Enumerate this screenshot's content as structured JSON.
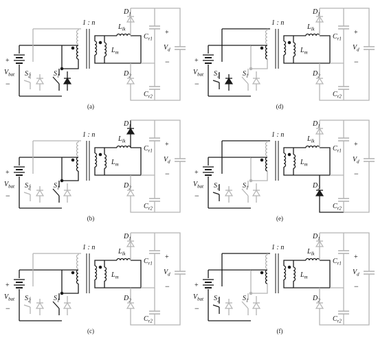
{
  "figure": {
    "panels": [
      {
        "id": "a",
        "caption": "(a)",
        "highlight": {
          "pri_top": true,
          "pri_bottom": true,
          "s2": false,
          "s1": true,
          "s1_diode": true,
          "s2_diode": false,
          "sec": true,
          "d1": false,
          "d2": false,
          "cr1": false,
          "cr2": false,
          "vd": false
        }
      },
      {
        "id": "b",
        "caption": "(b)",
        "highlight": {
          "pri_top": true,
          "pri_bottom": true,
          "s2": false,
          "s1": true,
          "s1_diode": false,
          "s2_diode": false,
          "sec": true,
          "d1": true,
          "d2": false,
          "cr1": false,
          "cr2": false,
          "vd": false
        }
      },
      {
        "id": "c",
        "caption": "(c)",
        "highlight": {
          "pri_top": true,
          "pri_bottom": true,
          "s2": false,
          "s1": true,
          "s1_diode": false,
          "s2_diode": false,
          "sec": true,
          "d1": false,
          "d2": false,
          "cr1": false,
          "cr2": false,
          "vd": false
        }
      },
      {
        "id": "d",
        "caption": "(d)",
        "highlight": {
          "pri_top": true,
          "pri_bottom": true,
          "s2": true,
          "s1": false,
          "s1_diode": false,
          "s2_diode": true,
          "sec": true,
          "d1": false,
          "d2": false,
          "cr1": false,
          "cr2": false,
          "vd": false
        }
      },
      {
        "id": "e",
        "caption": "(e)",
        "highlight": {
          "pri_top": true,
          "pri_bottom": true,
          "s2": true,
          "s1": false,
          "s1_diode": false,
          "s2_diode": false,
          "sec": true,
          "d1": false,
          "d2": true,
          "cr1": false,
          "cr2": false,
          "vd": false
        }
      },
      {
        "id": "f",
        "caption": "(f)",
        "highlight": {
          "pri_top": true,
          "pri_bottom": true,
          "s2": true,
          "s1": false,
          "s1_diode": false,
          "s2_diode": false,
          "sec": true,
          "d1": false,
          "d2": false,
          "cr1": false,
          "cr2": false,
          "vd": false
        }
      }
    ],
    "labels": {
      "ratio": "1 : n",
      "vbat": "V",
      "vbat_sub": "bat",
      "s1": "S",
      "s1_sub": "1",
      "s2": "S",
      "s2_sub": "2",
      "llk": "L",
      "llk_sub": "lk",
      "lm": "L",
      "lm_sub": "m",
      "d1": "D",
      "d1_sub": "1",
      "d2": "D",
      "d2_sub": "2",
      "cr1": "C",
      "cr1_sub": "r1",
      "cr2": "C",
      "cr2_sub": "r2",
      "vd": "V",
      "vd_sub": "d",
      "plus": "+",
      "minus": "−"
    },
    "colors": {
      "active": "#1a1a1a",
      "inactive": "#b4b4b4"
    }
  }
}
